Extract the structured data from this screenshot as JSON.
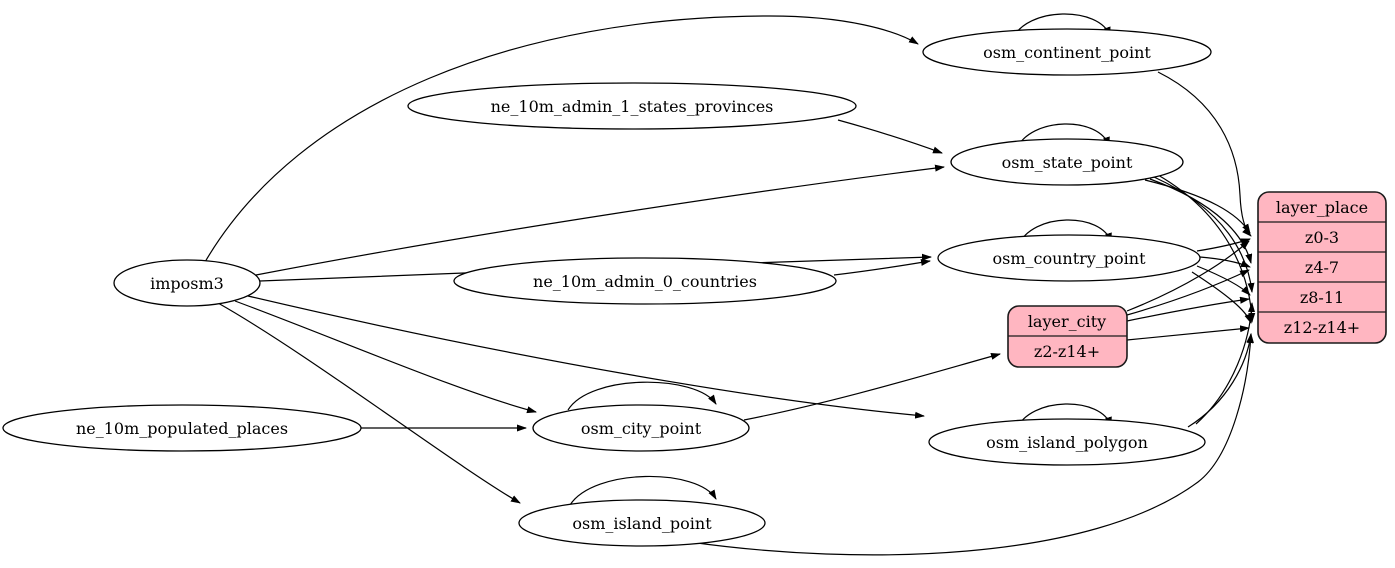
{
  "diagram": {
    "background_color": "#ffffff",
    "edge_color": "#000000",
    "ellipse_fill": "#ffffff",
    "record_fill": "#ffb6c1",
    "nodes": {
      "imposm3": {
        "label": "imposm3"
      },
      "ne_10m_admin_1_states_provinces": {
        "label": "ne_10m_admin_1_states_provinces"
      },
      "ne_10m_admin_0_countries": {
        "label": "ne_10m_admin_0_countries"
      },
      "ne_10m_populated_places": {
        "label": "ne_10m_populated_places"
      },
      "osm_continent_point": {
        "label": "osm_continent_point"
      },
      "osm_state_point": {
        "label": "osm_state_point"
      },
      "osm_country_point": {
        "label": "osm_country_point"
      },
      "osm_city_point": {
        "label": "osm_city_point"
      },
      "osm_island_polygon": {
        "label": "osm_island_polygon"
      },
      "osm_island_point": {
        "label": "osm_island_point"
      }
    },
    "records": {
      "layer_city": {
        "title": "layer_city",
        "rows": {
          "0": "z2-z14+"
        }
      },
      "layer_place": {
        "title": "layer_place",
        "rows": {
          "0": "z0-3",
          "1": "z4-7",
          "2": "z8-11",
          "3": "z12-z14+"
        }
      }
    },
    "edges": [
      {
        "from": "imposm3",
        "to": "osm_continent_point"
      },
      {
        "from": "imposm3",
        "to": "osm_state_point"
      },
      {
        "from": "imposm3",
        "to": "osm_country_point"
      },
      {
        "from": "imposm3",
        "to": "osm_city_point"
      },
      {
        "from": "imposm3",
        "to": "osm_island_polygon"
      },
      {
        "from": "imposm3",
        "to": "osm_island_point"
      },
      {
        "from": "ne_10m_admin_1_states_provinces",
        "to": "osm_state_point"
      },
      {
        "from": "ne_10m_admin_0_countries",
        "to": "osm_country_point"
      },
      {
        "from": "ne_10m_populated_places",
        "to": "osm_city_point"
      },
      {
        "from": "osm_continent_point",
        "to": "osm_continent_point"
      },
      {
        "from": "osm_state_point",
        "to": "osm_state_point"
      },
      {
        "from": "osm_country_point",
        "to": "osm_country_point"
      },
      {
        "from": "osm_city_point",
        "to": "osm_city_point"
      },
      {
        "from": "osm_island_polygon",
        "to": "osm_island_polygon"
      },
      {
        "from": "osm_island_point",
        "to": "osm_island_point"
      },
      {
        "from": "osm_city_point",
        "to": "layer_city",
        "to_port": "z2-z14+"
      },
      {
        "from": "osm_continent_point",
        "to": "layer_place",
        "to_port": "z0-3"
      },
      {
        "from": "osm_state_point",
        "to": "layer_place",
        "to_port": "z0-3"
      },
      {
        "from": "osm_state_point",
        "to": "layer_place",
        "to_port": "z4-7"
      },
      {
        "from": "osm_state_point",
        "to": "layer_place",
        "to_port": "z8-11"
      },
      {
        "from": "osm_state_point",
        "to": "layer_place",
        "to_port": "z12-z14+"
      },
      {
        "from": "osm_country_point",
        "to": "layer_place",
        "to_port": "z0-3"
      },
      {
        "from": "osm_country_point",
        "to": "layer_place",
        "to_port": "z4-7"
      },
      {
        "from": "osm_country_point",
        "to": "layer_place",
        "to_port": "z8-11"
      },
      {
        "from": "osm_country_point",
        "to": "layer_place",
        "to_port": "z12-z14+"
      },
      {
        "from": "layer_city",
        "to": "layer_place",
        "to_port": "z0-3"
      },
      {
        "from": "layer_city",
        "to": "layer_place",
        "to_port": "z4-7"
      },
      {
        "from": "layer_city",
        "to": "layer_place",
        "to_port": "z8-11"
      },
      {
        "from": "layer_city",
        "to": "layer_place",
        "to_port": "z12-z14+"
      },
      {
        "from": "osm_island_polygon",
        "to": "layer_place",
        "to_port": "z8-11"
      },
      {
        "from": "osm_island_polygon",
        "to": "layer_place",
        "to_port": "z12-z14+"
      },
      {
        "from": "osm_island_point",
        "to": "layer_place",
        "to_port": "z12-z14+"
      }
    ]
  }
}
